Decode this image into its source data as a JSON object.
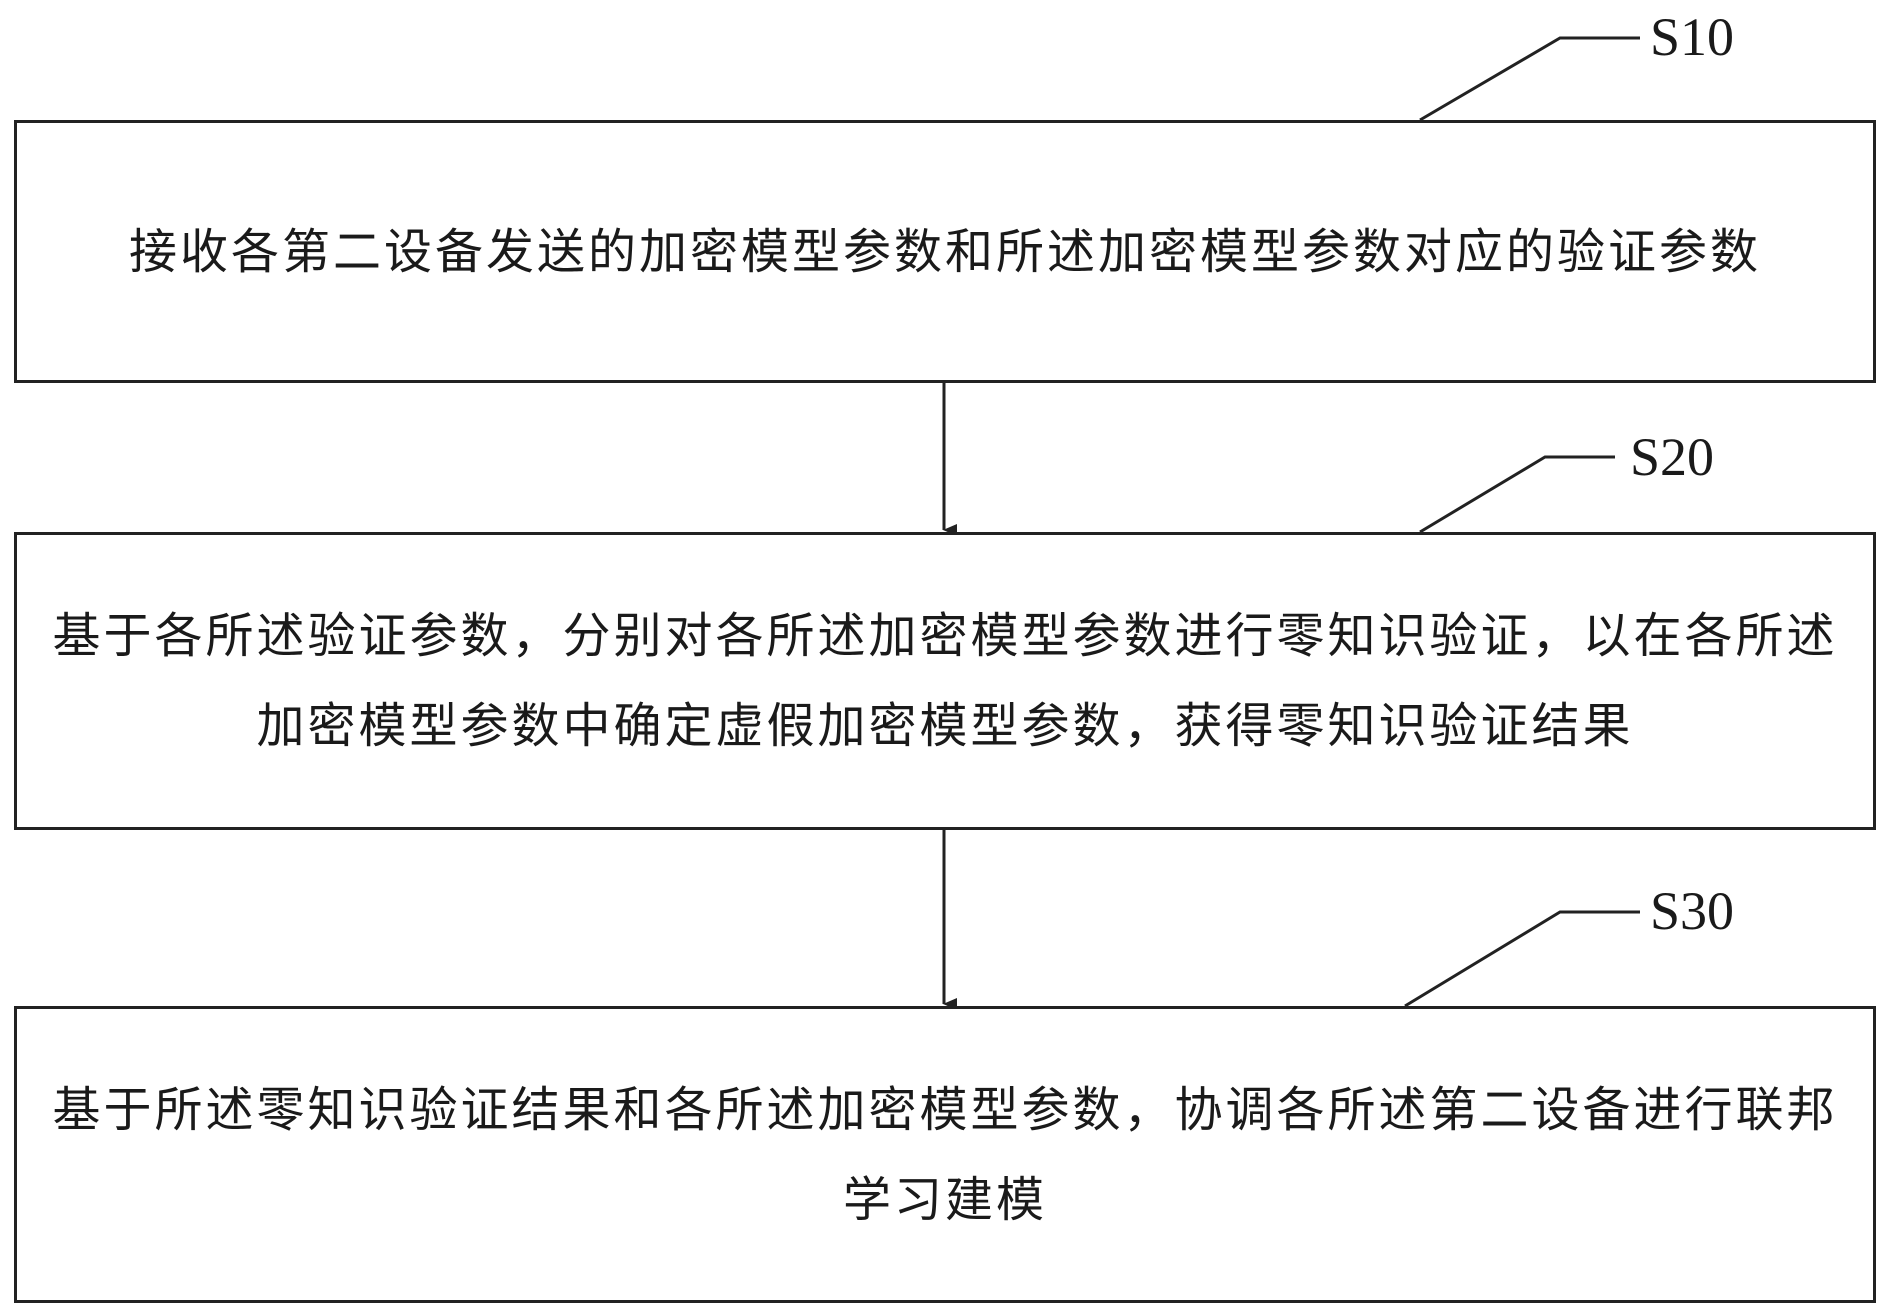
{
  "steps": [
    {
      "id": "S10",
      "text": "接收各第二设备发送的加密模型参数和所述加密模型参数对应的验证参数"
    },
    {
      "id": "S20",
      "text": "基于各所述验证参数，分别对各所述加密模型参数进行零知识验证，以在各所述加密模型参数中确定虚假加密模型参数，获得零知识验证结果"
    },
    {
      "id": "S30",
      "text": "基于所述零知识验证结果和各所述加密模型参数，协调各所述第二设备进行联邦学习建模"
    }
  ],
  "colors": {
    "stroke": "#222222",
    "text": "#1a1a1a",
    "background": "#ffffff"
  }
}
